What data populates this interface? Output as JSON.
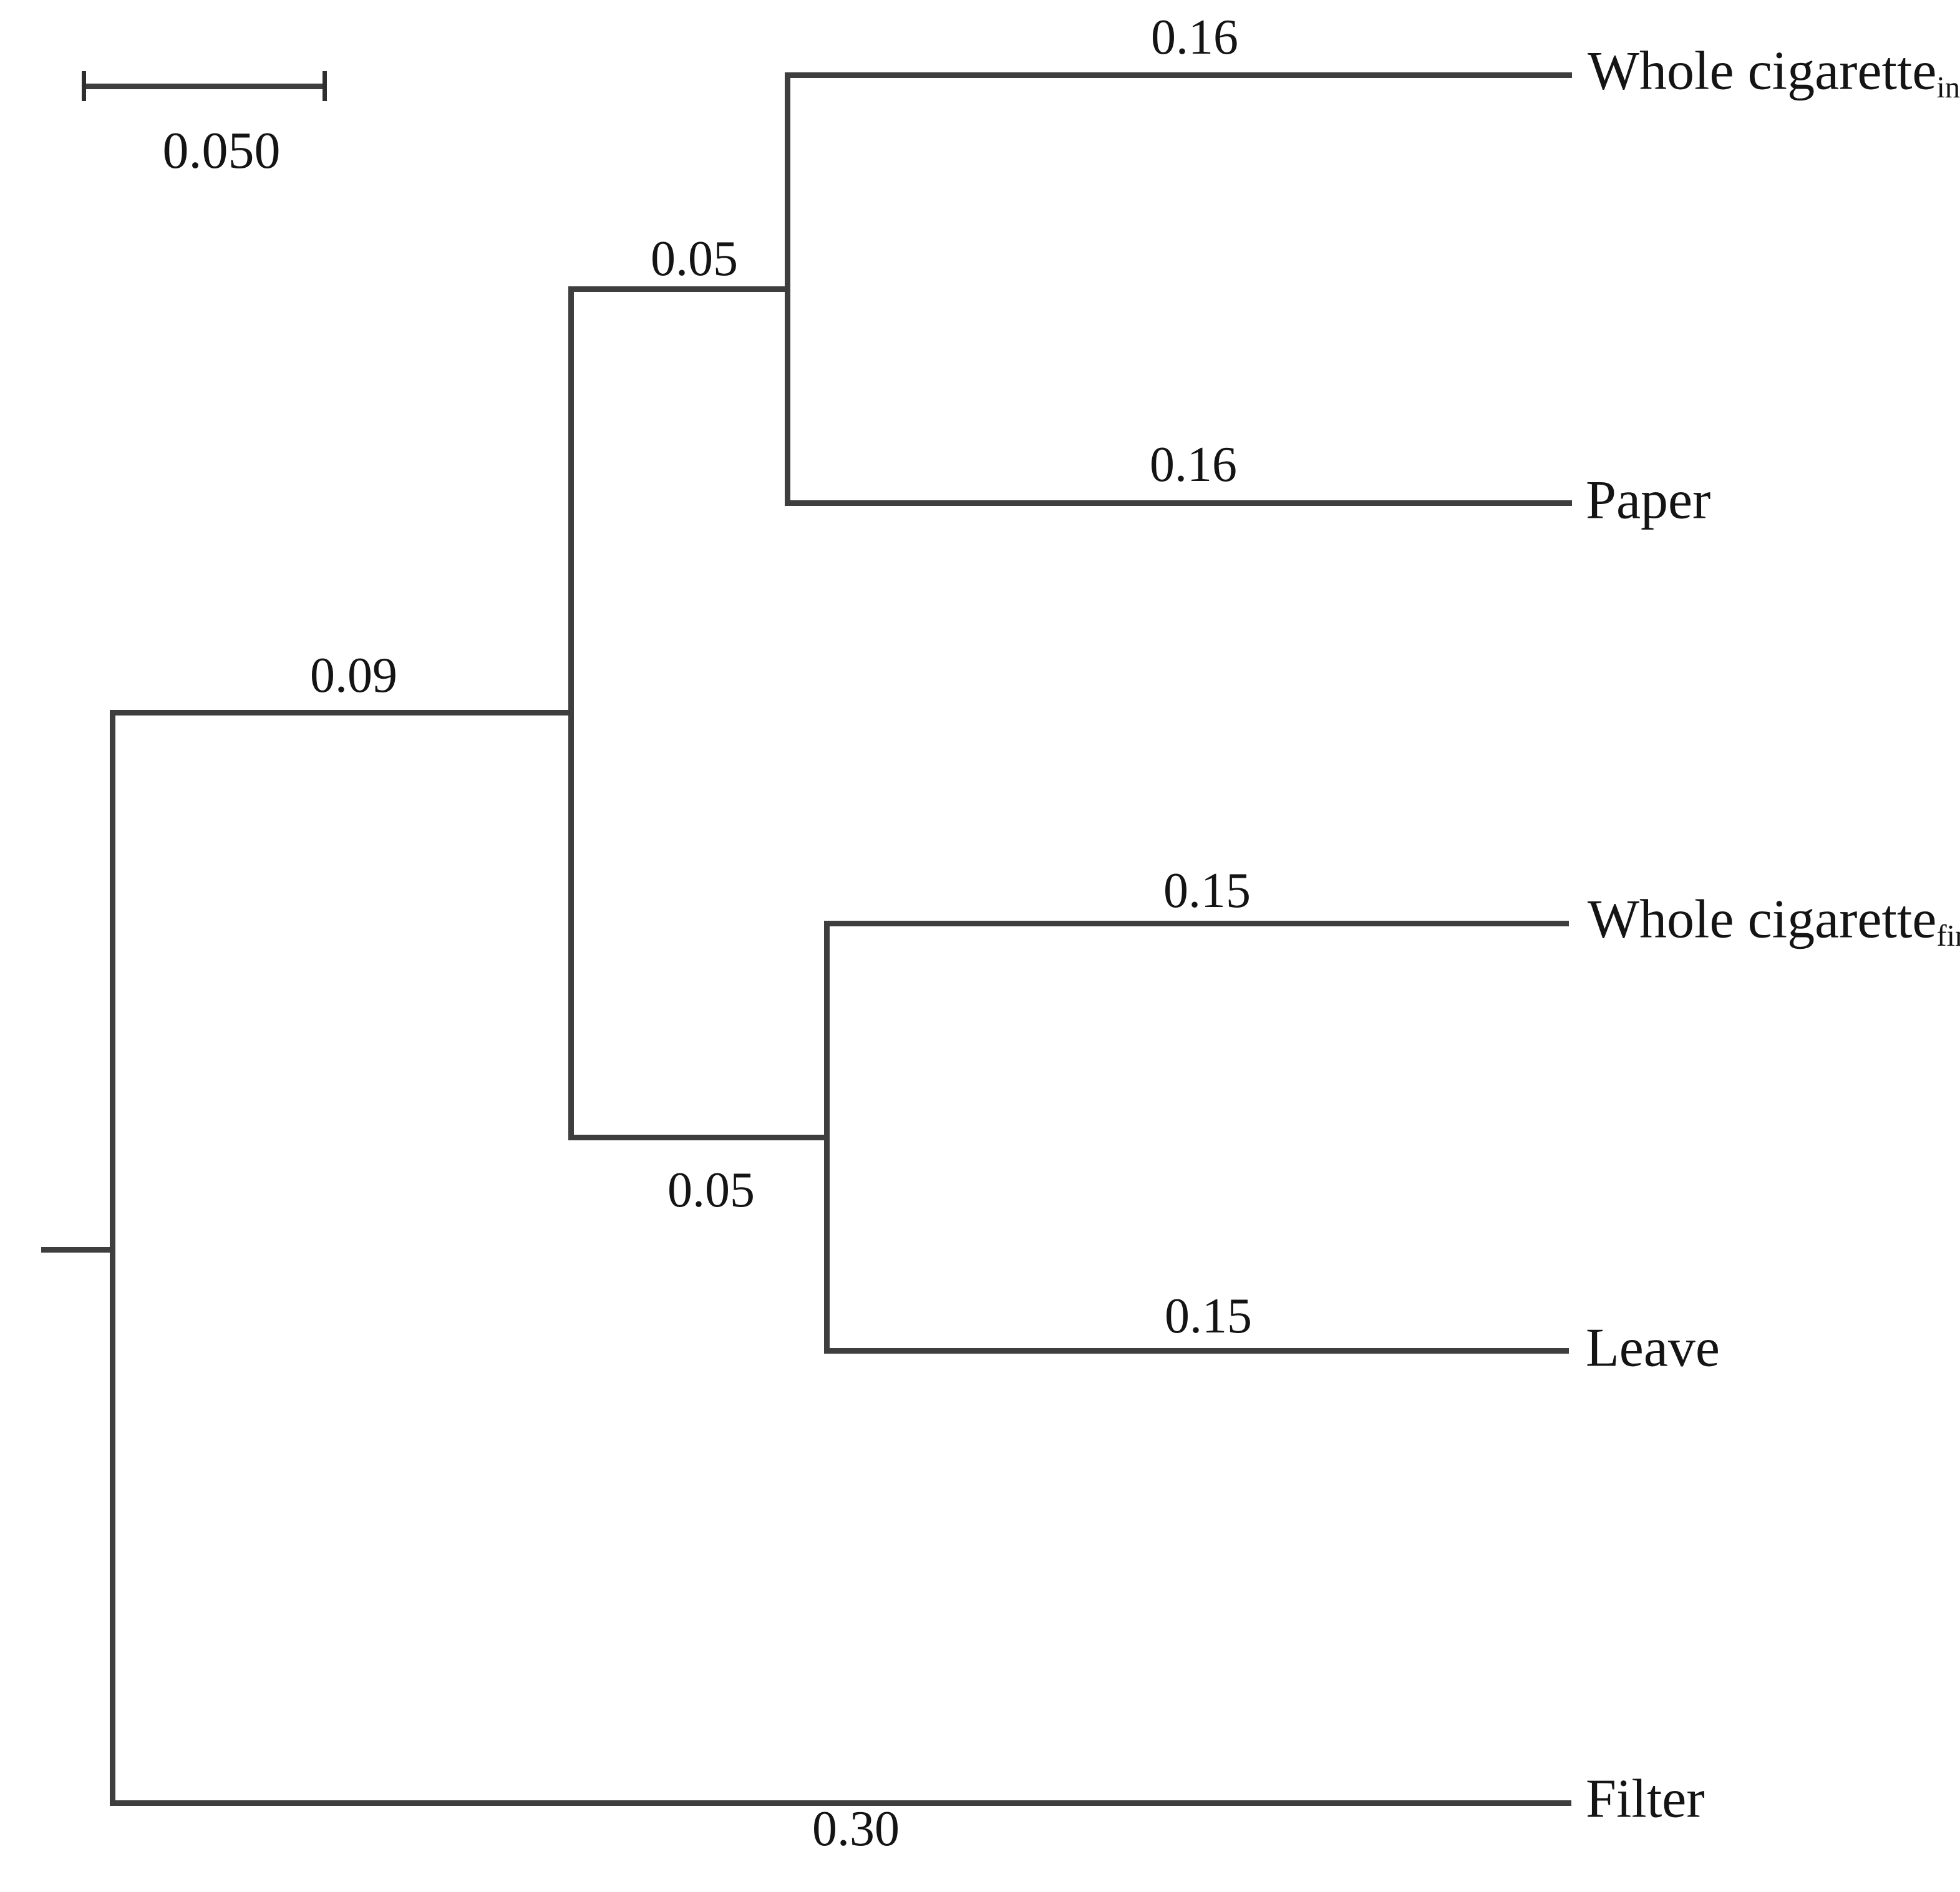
{
  "figure": {
    "type": "phylogenetic-tree",
    "background": "#ffffff",
    "line_color": "#3e3e3e",
    "text_color": "#141414"
  },
  "scale_bar": {
    "label": "0.050"
  },
  "branches": {
    "clade_main": {
      "label": "0.09"
    },
    "pair_upper": {
      "label": "0.05"
    },
    "pair_lower": {
      "label": "0.05"
    },
    "whole_cigarette_ini": {
      "label": "0.16"
    },
    "paper": {
      "label": "0.16"
    },
    "whole_cigarette_fin": {
      "label": "0.15"
    },
    "leave": {
      "label": "0.15"
    },
    "filter": {
      "label": "0.30"
    }
  },
  "taxa": {
    "whole_cigarette_ini": {
      "name": "Whole cigarette",
      "subscript": "ini"
    },
    "paper": {
      "name": "Paper",
      "subscript": ""
    },
    "whole_cigarette_fin": {
      "name": "Whole cigarette",
      "subscript": "fin"
    },
    "leave": {
      "name": "Leave",
      "subscript": ""
    },
    "filter": {
      "name": "Filter",
      "subscript": ""
    }
  },
  "tree_data": {
    "type": "phylogram",
    "orientation": "left-to-right",
    "scale_bar_value": 0.05,
    "root": {
      "children": [
        {
          "branch_length": 0.09,
          "children": [
            {
              "branch_length": 0.05,
              "children": [
                {
                  "name": "Whole cigarette ini",
                  "branch_length": 0.16
                },
                {
                  "name": "Paper",
                  "branch_length": 0.16
                }
              ]
            },
            {
              "branch_length": 0.05,
              "children": [
                {
                  "name": "Whole cigarette fin",
                  "branch_length": 0.15
                },
                {
                  "name": "Leave",
                  "branch_length": 0.15
                }
              ]
            }
          ]
        },
        {
          "name": "Filter",
          "branch_length": 0.3
        }
      ]
    }
  }
}
